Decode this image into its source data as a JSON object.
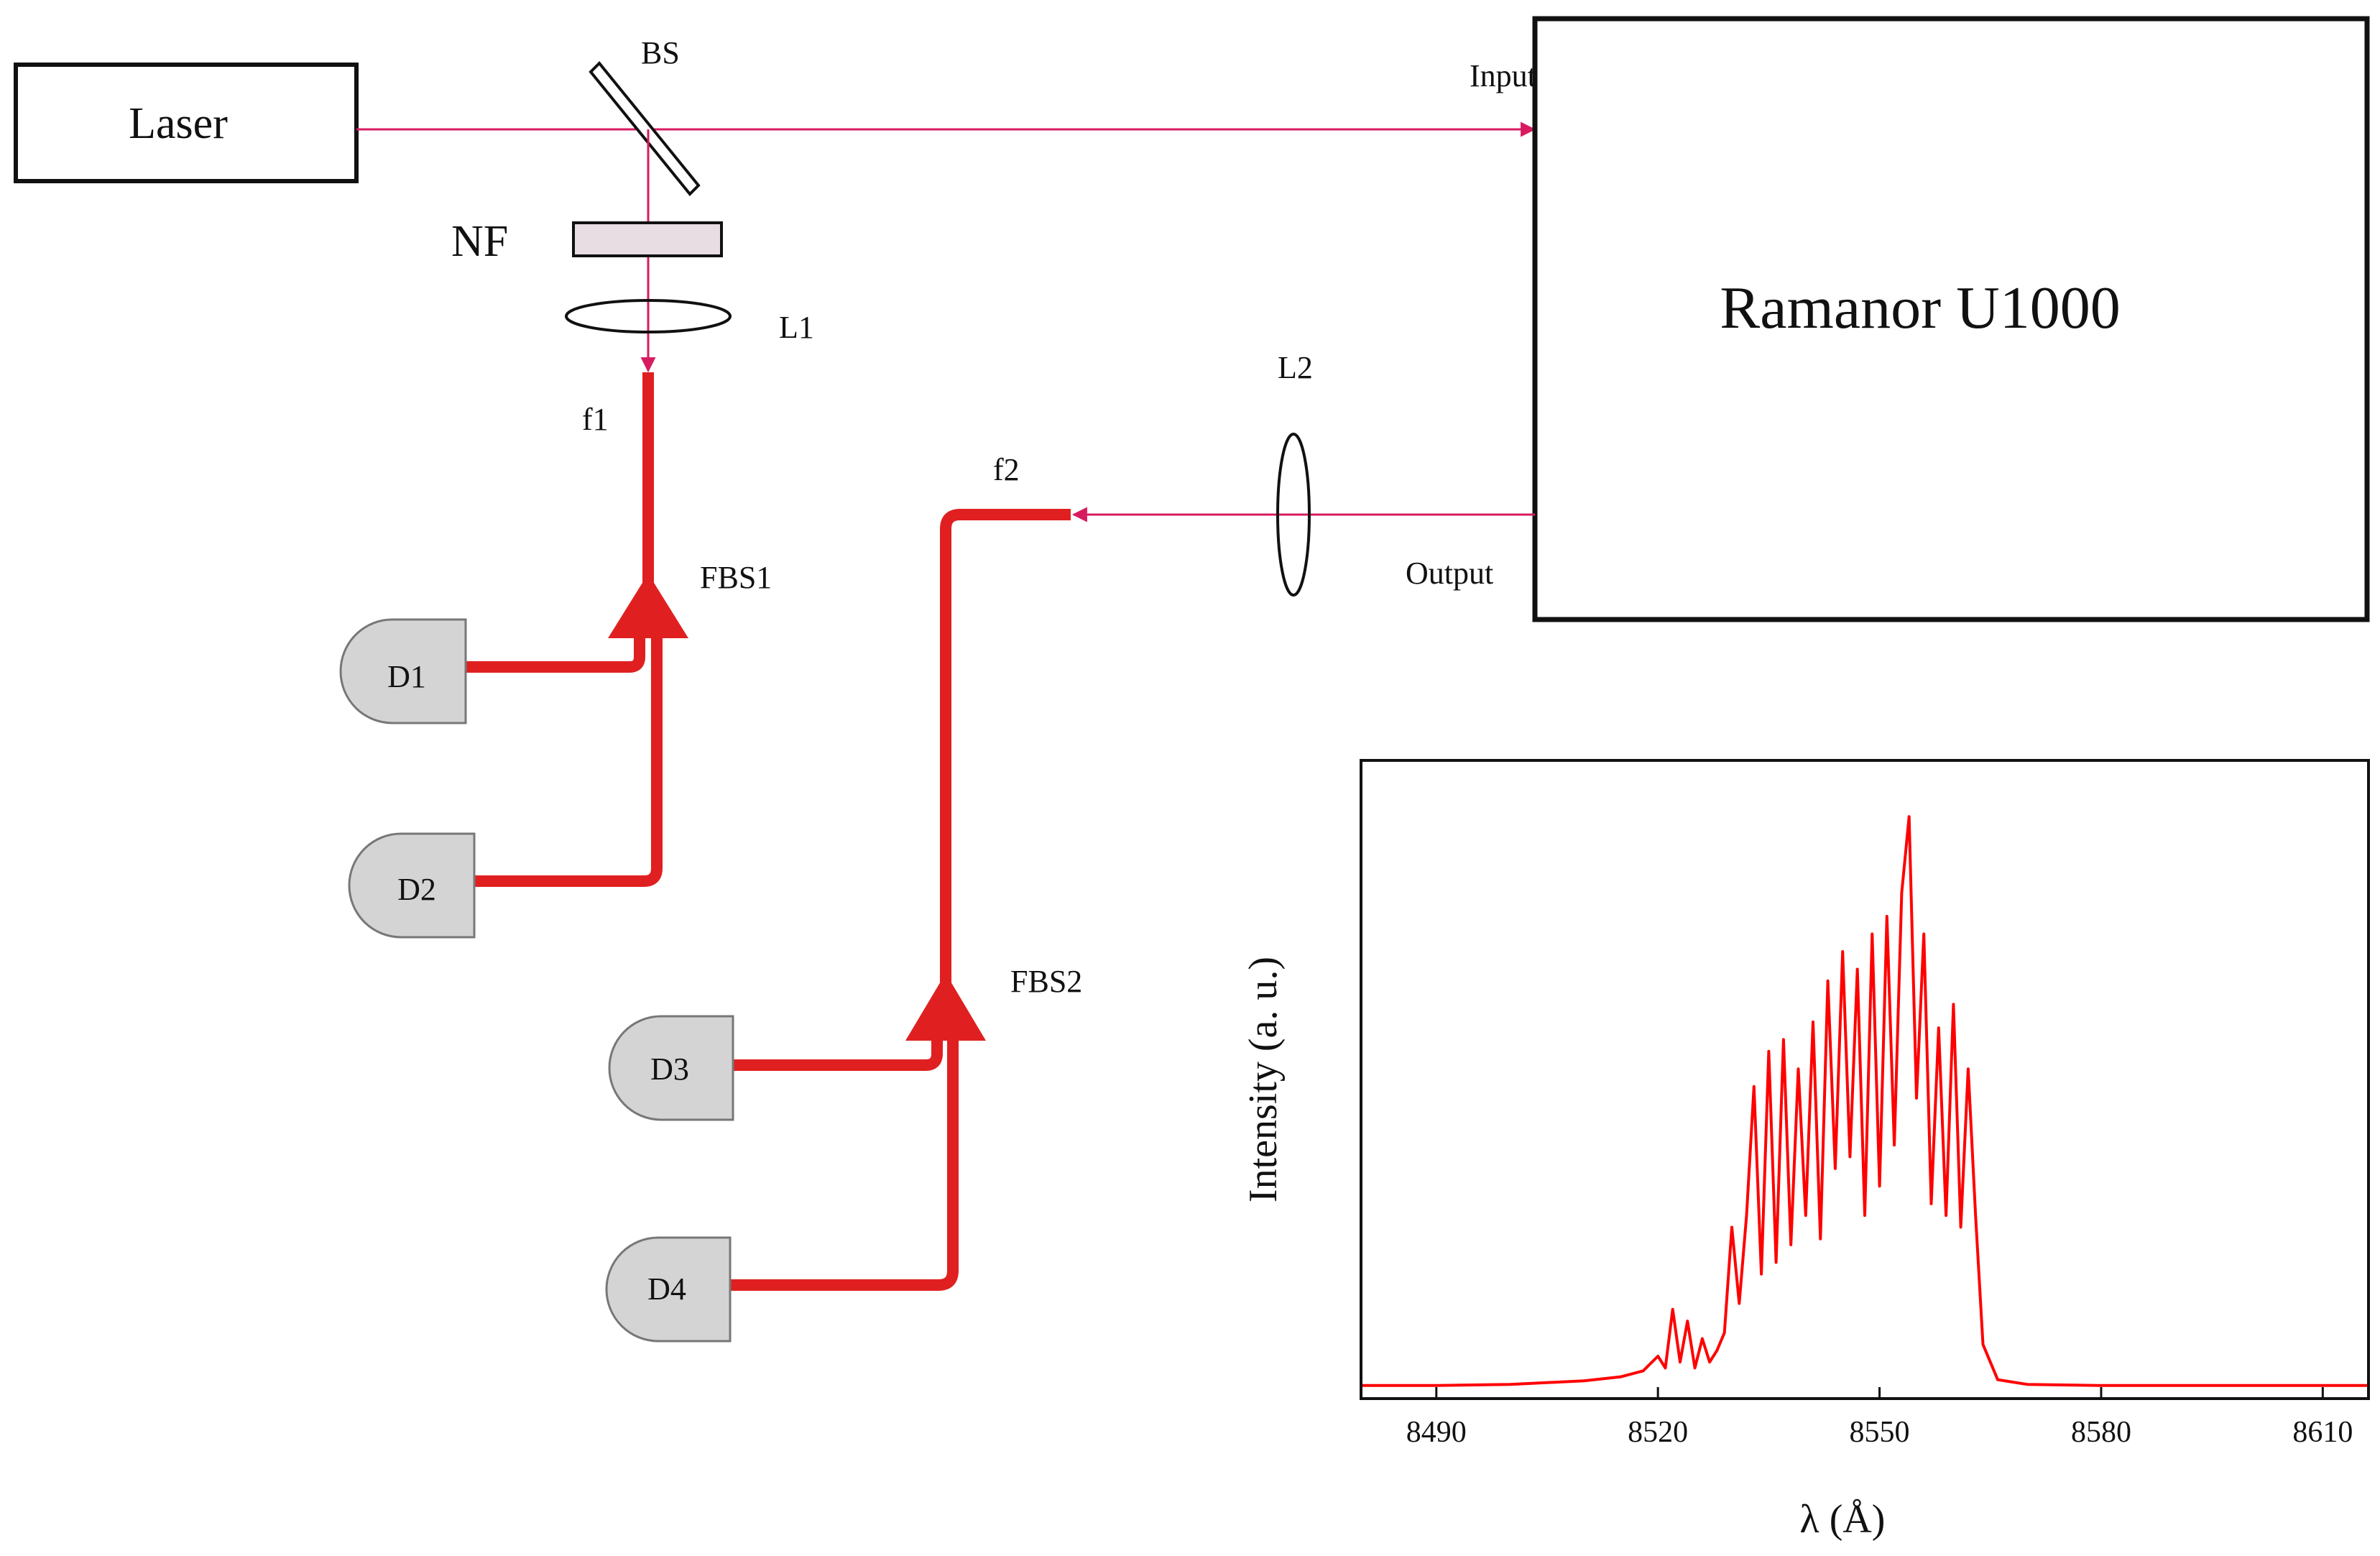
{
  "colors": {
    "beam": "#d81b60",
    "fiber": "#e02020",
    "spectrum": "#ff0000",
    "detector_fill": "#d4d4d4",
    "filter_fill": "#e8dde2",
    "ink": "#111111"
  },
  "labels": {
    "laser": "Laser",
    "bs": "BS",
    "nf": "NF",
    "l1": "L1",
    "l2": "L2",
    "f1": "f1",
    "f2": "f2",
    "fbs1": "FBS1",
    "fbs2": "FBS2",
    "input": "Input",
    "output": "Output",
    "spectrometer": "Ramanor U1000",
    "detectors": [
      "D1",
      "D2",
      "D3",
      "D4"
    ]
  },
  "chart_data": {
    "type": "line",
    "title": "",
    "xlabel": "λ (Å)",
    "ylabel": "Intensity (a. u.)",
    "xlim": [
      8480,
      8616
    ],
    "ylim": [
      0,
      1
    ],
    "xticks": [
      8490,
      8520,
      8550,
      8580,
      8610
    ],
    "grid": false,
    "series": [
      {
        "x": [
          8480,
          8490,
          8500,
          8510,
          8515,
          8518,
          8520,
          8521,
          8522,
          8523,
          8524,
          8525,
          8526,
          8527,
          8528,
          8529,
          8530,
          8531,
          8532,
          8533,
          8534,
          8535,
          8536,
          8537,
          8538,
          8539,
          8540,
          8541,
          8542,
          8543,
          8544,
          8545,
          8546,
          8547,
          8548,
          8549,
          8550,
          8551,
          8552,
          8553,
          8554,
          8555,
          8556,
          8557,
          8558,
          8559,
          8560,
          8561,
          8562,
          8563,
          8564,
          8566,
          8570,
          8580,
          8600,
          8616
        ],
        "y": [
          0.01,
          0.01,
          0.012,
          0.018,
          0.025,
          0.035,
          0.06,
          0.04,
          0.14,
          0.05,
          0.12,
          0.04,
          0.09,
          0.05,
          0.07,
          0.1,
          0.28,
          0.15,
          0.3,
          0.52,
          0.2,
          0.58,
          0.22,
          0.6,
          0.25,
          0.55,
          0.3,
          0.63,
          0.26,
          0.7,
          0.38,
          0.75,
          0.4,
          0.72,
          0.3,
          0.78,
          0.35,
          0.81,
          0.42,
          0.85,
          0.98,
          0.5,
          0.78,
          0.32,
          0.62,
          0.3,
          0.66,
          0.28,
          0.55,
          0.3,
          0.08,
          0.02,
          0.012,
          0.01,
          0.01,
          0.01
        ]
      }
    ]
  }
}
